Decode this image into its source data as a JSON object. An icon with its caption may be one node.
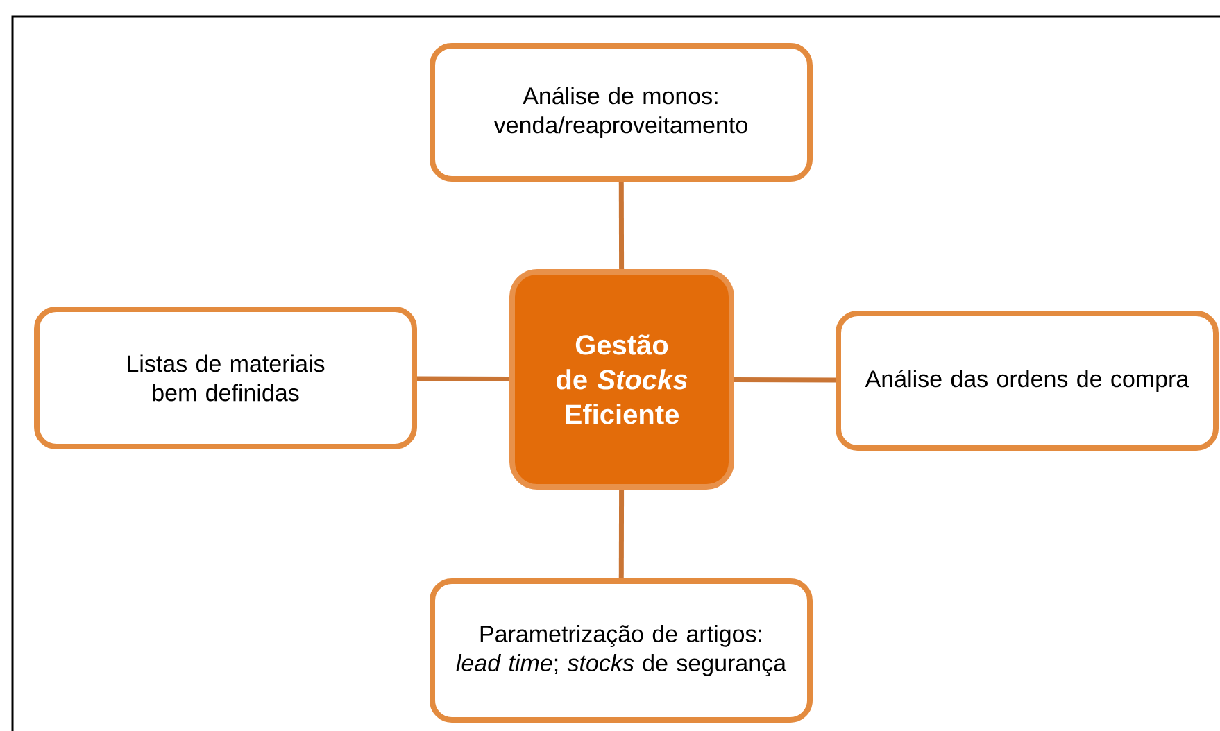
{
  "diagram": {
    "nodes": [
      {
        "text": [
          "Análise de monos: venda/reaproveitamento"
        ]
      },
      {
        "text": [
          "Listas de materiais bem definidas"
        ]
      },
      {
        "text": [
          "Gestão de *Stocks* Eficiente"
        ]
      },
      {
        "text": [
          "Análise das ordens de compra"
        ]
      },
      {
        "text": [
          "Parametrização de artigos: *lead time*; *stocks* de segurança"
        ]
      }
    ],
    "edges": [
      {
        "from": 2,
        "to": 0,
        "arrow": "none"
      },
      {
        "from": 2,
        "to": 1,
        "arrow": "none"
      },
      {
        "from": 2,
        "to": 3,
        "arrow": "none"
      },
      {
        "from": 2,
        "to": 4,
        "arrow": "none"
      }
    ]
  }
}
